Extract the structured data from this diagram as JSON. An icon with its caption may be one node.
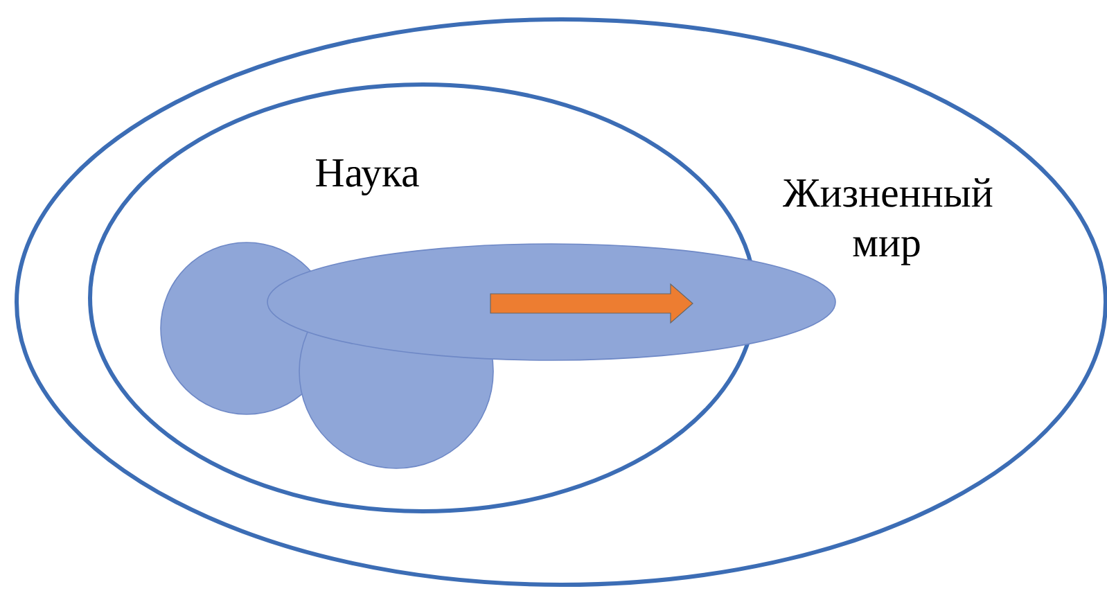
{
  "diagram": {
    "nodes": [
      {
        "text": [
          "Жизненный мир"
        ]
      },
      {
        "text": [
          "Наука"
        ],
        "in": 0
      }
    ]
  }
}
